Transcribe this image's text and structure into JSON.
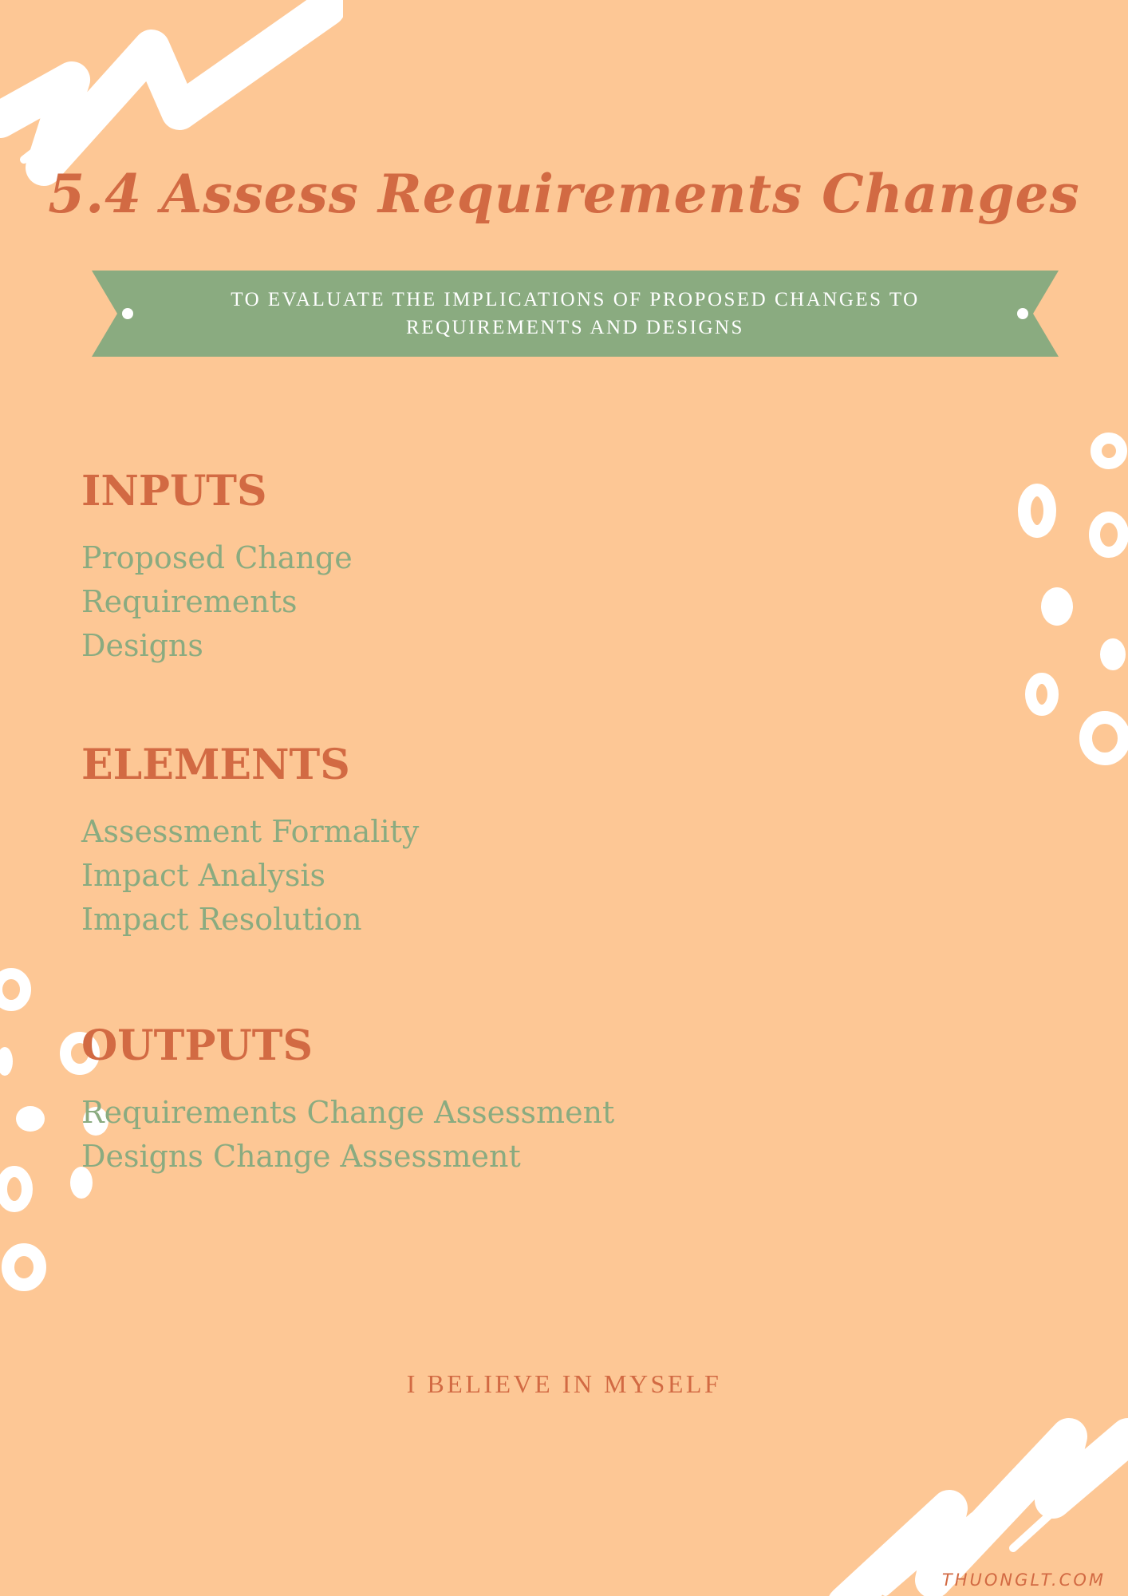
{
  "title": "5.4 Assess Requirements Changes",
  "banner": {
    "line1": "TO EVALUATE THE IMPLICATIONS OF PROPOSED CHANGES TO",
    "line2": "REQUIREMENTS AND DESIGNS"
  },
  "sections": [
    {
      "heading": "INPUTS",
      "items": [
        "Proposed Change",
        "Requirements",
        "Designs"
      ]
    },
    {
      "heading": "ELEMENTS",
      "items": [
        "Assessment Formality",
        "Impact Analysis",
        "Impact Resolution"
      ]
    },
    {
      "heading": "OUTPUTS",
      "items": [
        "Requirements Change Assessment",
        "Designs Change Assessment"
      ]
    }
  ],
  "motto": "I BELIEVE IN MYSELF",
  "site": "THUONGLT.COM",
  "colors": {
    "background": "#fdc795",
    "accent": "#d26a43",
    "green": "#8aab80",
    "white": "#ffffff"
  }
}
